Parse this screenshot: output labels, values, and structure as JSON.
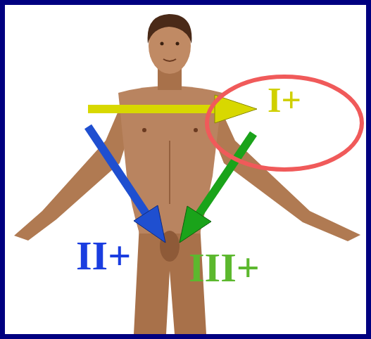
{
  "diagram": {
    "nodes": [
      {
        "text": [
          "I+"
        ]
      }
    ],
    "labels": [
      "II+",
      "III+"
    ]
  }
}
